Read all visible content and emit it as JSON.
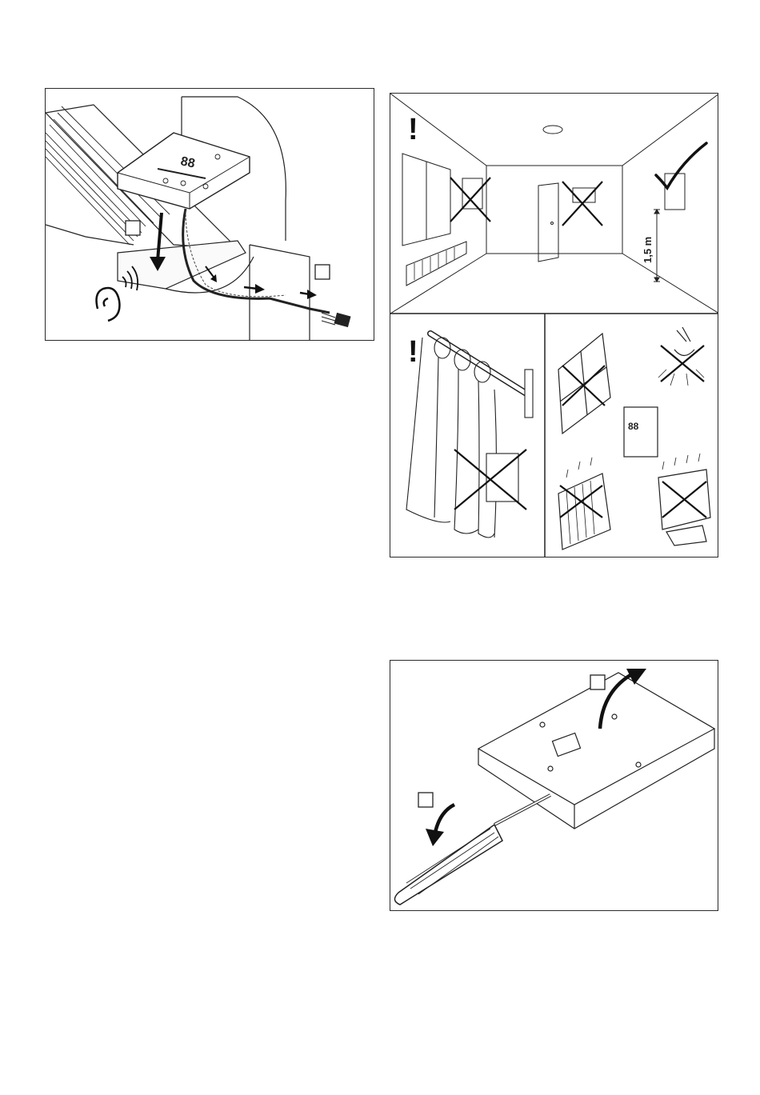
{
  "figure_1": {
    "step_boxes": [
      "",
      ""
    ],
    "display_digits": "88"
  },
  "figure_2": {
    "warning_symbol": "!",
    "height_label": "1,5 m",
    "wall_display_digits": "88",
    "icons": [
      "warning-icon",
      "check-mark-icon",
      "cross-mark-icon"
    ]
  },
  "figure_3": {
    "step_boxes": [
      "",
      ""
    ]
  }
}
